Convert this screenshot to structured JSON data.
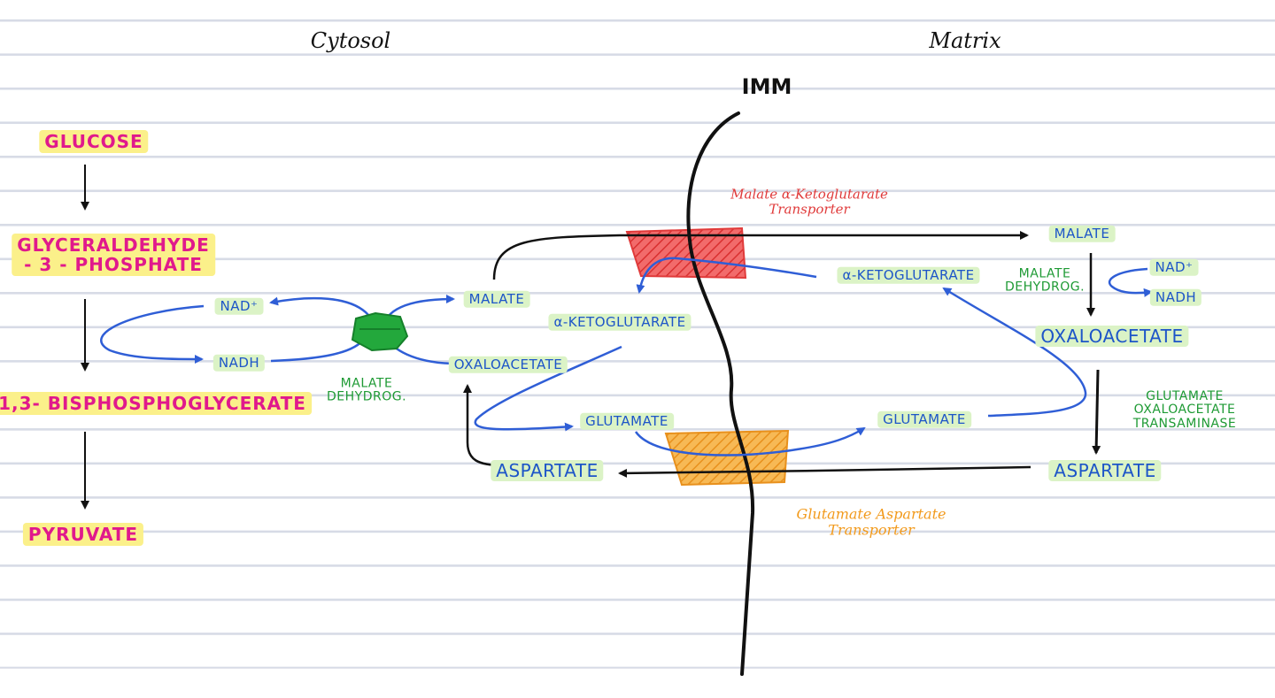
{
  "headers": {
    "cytosol": "Cytosol",
    "matrix": "Matrix",
    "imm": "IMM"
  },
  "glycolysis": {
    "glucose": "GLUCOSE",
    "g3p_line1": "GLYCERALDEHYDE",
    "g3p_line2": "- 3 - PHOSPHATE",
    "bpg": "1,3- BISPHOSPHOGLYCERATE",
    "pyruvate": "PYRUVATE"
  },
  "cytosol": {
    "nad": "NAD⁺",
    "nadh": "NADH",
    "enzyme_line1": "MALATE",
    "enzyme_line2": "DEHYDROG.",
    "malate": "MALATE",
    "oxaloacetate": "OXALOACETATE",
    "akg": "α-KETOGLUTARATE",
    "glutamate": "GLUTAMATE",
    "aspartate": "ASPARTATE"
  },
  "transporters": {
    "mak_line1": "Malate α-Ketoglutarate",
    "mak_line2": "Transporter",
    "ga_line1": "Glutamate Aspartate",
    "ga_line2": "Transporter"
  },
  "matrix": {
    "malate": "MALATE",
    "akg": "α-KETOGLUTARATE",
    "enzyme_line1": "MALATE",
    "enzyme_line2": "DEHYDROG.",
    "nad": "NAD⁺",
    "nadh": "NADH",
    "oxaloacetate": "OXALOACETATE",
    "glutamate": "GLUTAMATE",
    "got_line1": "GLUTAMATE",
    "got_line2": "OXALOACETATE",
    "got_line3": "TRANSAMINASE",
    "aspartate": "ASPARTATE"
  },
  "colors": {
    "metabolite_pink": "#e0198c",
    "metabolite_blue": "#1d55c8",
    "enzyme_green": "#1e9a34",
    "highlight_yellow": "#fbf08a",
    "highlight_green": "#dbf3c6",
    "transporter_red": "#e03a3a",
    "transporter_orange": "#f29a1c",
    "arrow_black": "#111111",
    "arrow_blue": "#2f5ed6"
  }
}
